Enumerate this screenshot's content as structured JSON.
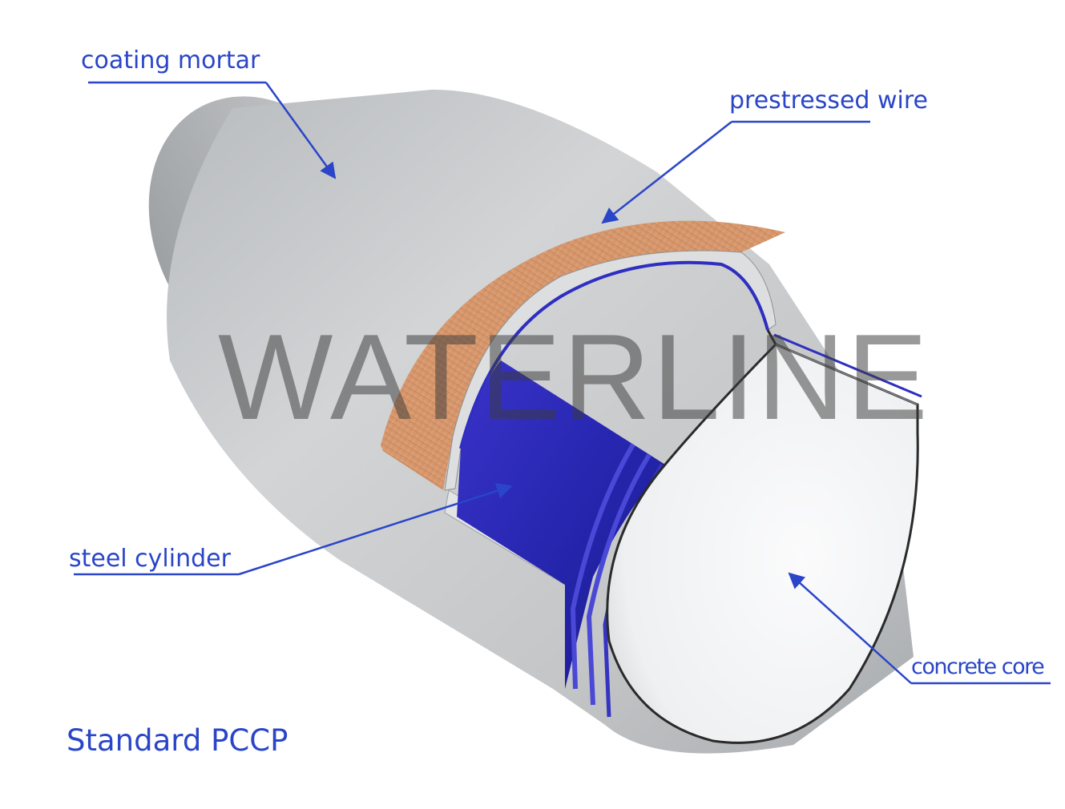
{
  "labels": {
    "coating_mortar": "coating mortar",
    "prestressed_wire": "prestressed wire",
    "steel_cylinder": "steel cylinder",
    "concrete_core": "concrete core"
  },
  "caption": "Standard PCCP",
  "watermark": "WATERLINE",
  "colors": {
    "annotation_blue": "#2a45c8",
    "mortar_gray": "#c6c8ca",
    "wire_copper": "#d99b72",
    "steel_blue": "#2e2ec0",
    "core_white": "#f4f5f6"
  }
}
